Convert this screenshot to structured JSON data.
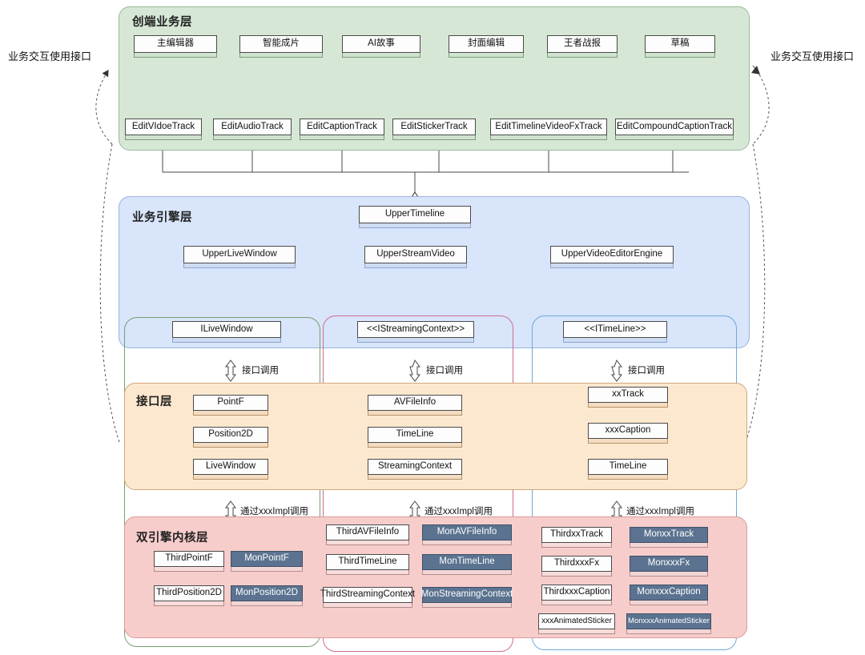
{
  "side_labels": {
    "left": "业务交互使用接口",
    "right": "业务交互使用接口"
  },
  "layers": [
    {
      "id": "business",
      "title": "创端业务层"
    },
    {
      "id": "engine",
      "title": "业务引擎层"
    },
    {
      "id": "interface",
      "title": "接口层"
    },
    {
      "id": "kernel",
      "title": "双引擎内核层"
    }
  ],
  "business_layer": {
    "title": "创端业务层",
    "apps": [
      {
        "label": "主编辑器"
      },
      {
        "label": "智能成片"
      },
      {
        "label": "AI故事"
      },
      {
        "label": "封面编辑"
      },
      {
        "label": "王者战报"
      },
      {
        "label": "草稿"
      }
    ],
    "tracks": [
      {
        "label": "EditVIdoeTrack"
      },
      {
        "label": "EditAudioTrack"
      },
      {
        "label": "EditCaptionTrack"
      },
      {
        "label": "EditStickerTrack"
      },
      {
        "label": "EditTimelineVideoFxTrack"
      },
      {
        "label": "EditCompoundCaptionTrack"
      }
    ]
  },
  "engine_layer": {
    "title": "业务引擎层",
    "nodes": [
      {
        "label": "UpperTimeline"
      },
      {
        "label": "UpperLiveWindow"
      },
      {
        "label": "UpperStreamVideo"
      },
      {
        "label": "UpperVideoEditorEngine"
      }
    ],
    "interfaces": [
      {
        "label": "ILiveWindow"
      },
      {
        "label": "<<IStreamingContext>>"
      },
      {
        "label": "<<ITimeLine>>"
      }
    ]
  },
  "interface_layer": {
    "title": "接口层",
    "call_label": "接口调用",
    "columns": [
      {
        "items": [
          "PointF",
          "Position2D",
          "LiveWindow"
        ]
      },
      {
        "items": [
          "AVFileInfo",
          "TimeLine",
          "StreamingContext"
        ]
      },
      {
        "items": [
          "xxTrack",
          "xxxCaption",
          "TimeLine"
        ]
      }
    ]
  },
  "kernel_layer": {
    "title": "双引擎内核层",
    "call_label": "通过xxxImpl调用",
    "columns": [
      {
        "third": [
          "ThirdPointF",
          "ThirdPosition2D"
        ],
        "mon": [
          "MonPointF",
          "MonPosition2D"
        ]
      },
      {
        "third": [
          "ThirdAVFileInfo",
          "ThirdTimeLine",
          "ThirdStreamingContext"
        ],
        "mon": [
          "MonAVFileInfo",
          "MonTimeLine",
          "MonStreamingContext"
        ]
      },
      {
        "third": [
          "ThirdxxTrack",
          "ThirdxxxFx",
          "ThirdxxxCaption",
          "xxxAnimatedSticker"
        ],
        "mon": [
          "MonxxTrack",
          "MonxxxFx",
          "MonxxxCaption",
          "MonxxxAnimatedSticker"
        ]
      }
    ]
  },
  "colors": {
    "business_bg": "#d6e8d5",
    "engine_bg": "#d8e5fb",
    "interface_bg": "#fce8cf",
    "kernel_bg": "#f7cdcb",
    "column_green": "#77a06e",
    "column_pink": "#cf6d8e",
    "column_blue": "#6fa8d8",
    "mon_box": "#5b7390"
  }
}
